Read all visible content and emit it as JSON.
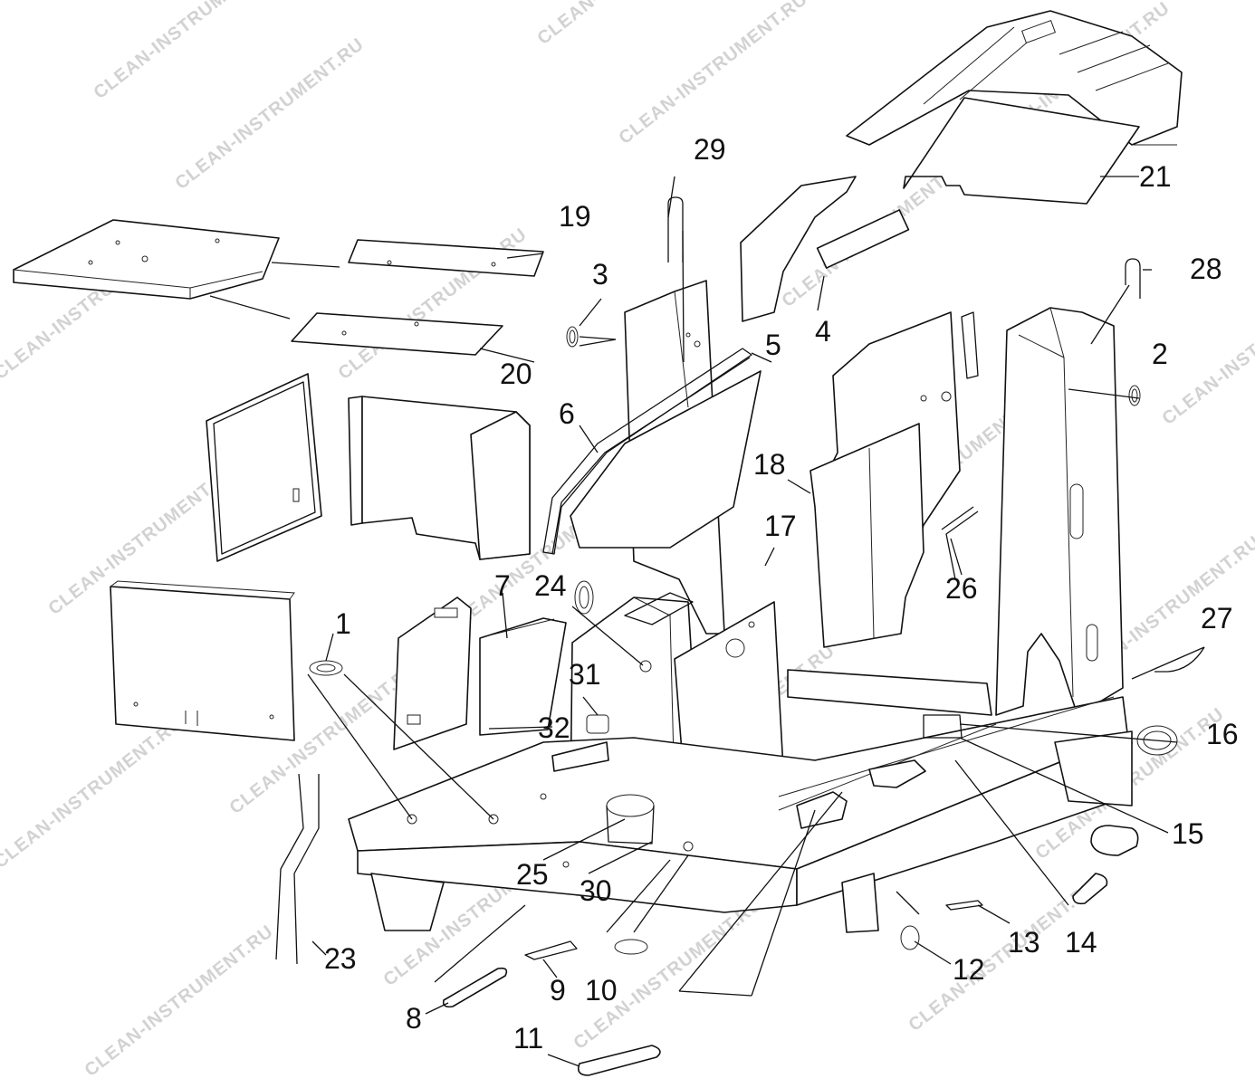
{
  "watermark": "CLEAN-INSTRUMENT.RU",
  "callouts": {
    "c1": "1",
    "c2": "2",
    "c3": "3",
    "c4": "4",
    "c5": "5",
    "c6": "6",
    "c7": "7",
    "c8": "8",
    "c9": "9",
    "c10": "10",
    "c11": "11",
    "c12": "12",
    "c13": "13",
    "c14": "14",
    "c15": "15",
    "c16": "16",
    "c17": "17",
    "c18": "18",
    "c19": "19",
    "c20": "20",
    "c21": "21",
    "c22": "23",
    "c24": "24",
    "c25": "25",
    "c26": "26",
    "c27": "27",
    "c28": "28",
    "c29": "29",
    "c30": "30",
    "c31": "31",
    "c32": "32"
  }
}
